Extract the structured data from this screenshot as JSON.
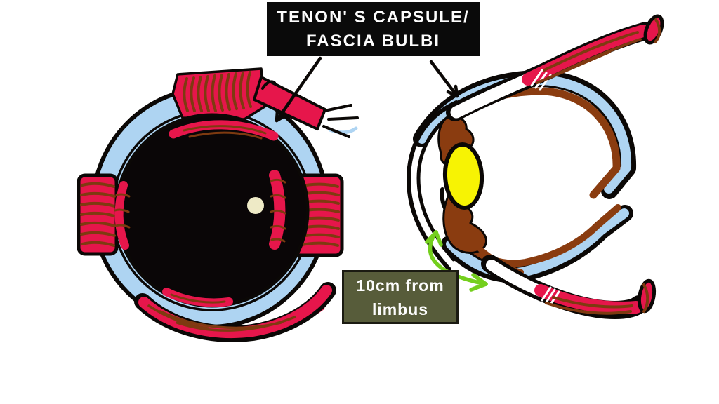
{
  "labels": {
    "tenon": {
      "line1": "TENON' S CAPSULE/",
      "line2": "FASCIA BULBI"
    },
    "limbus": {
      "line1": "10cm from",
      "line2": "limbus"
    }
  },
  "colors": {
    "background": "#ffffff",
    "label_box_black": "#0a0a0a",
    "label_box_olive": "#575c3a",
    "label_box_olive_border": "#1b1b12",
    "label_text": "#fdfdfd",
    "capsule_blue": "#aed4f2",
    "muscle_red": "#e6164b",
    "striation_brown": "#7e3a10",
    "choroid_brown": "#8a3c10",
    "lens_yellow": "#f7f303",
    "highlight_cream": "#eeeac6",
    "arrow_green": "#74cf1d",
    "outline_black": "#0b0806"
  }
}
